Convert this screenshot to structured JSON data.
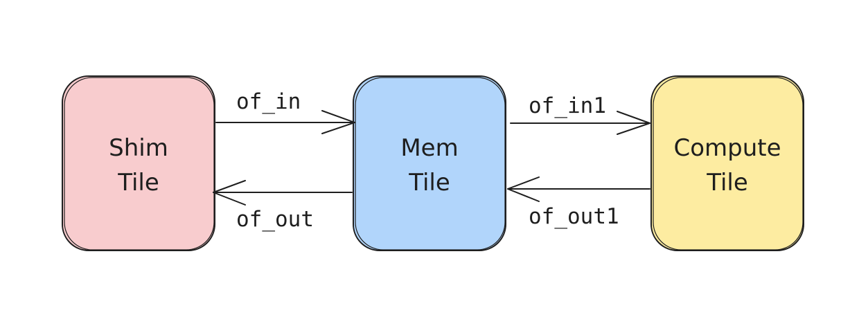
{
  "tiles": {
    "shim": {
      "line1": "Shim",
      "line2": "Tile",
      "fill": "#f8ccce"
    },
    "mem": {
      "line1": "Mem",
      "line2": "Tile",
      "fill": "#b1d5fb"
    },
    "compute": {
      "line1": "Compute",
      "line2": "Tile",
      "fill": "#fdeca1"
    }
  },
  "edges": {
    "of_in": "of_in",
    "of_out": "of_out",
    "of_in1": "of_in1",
    "of_out1": "of_out1"
  },
  "colors": {
    "stroke": "#1e1e1e",
    "background": "#ffffff"
  }
}
